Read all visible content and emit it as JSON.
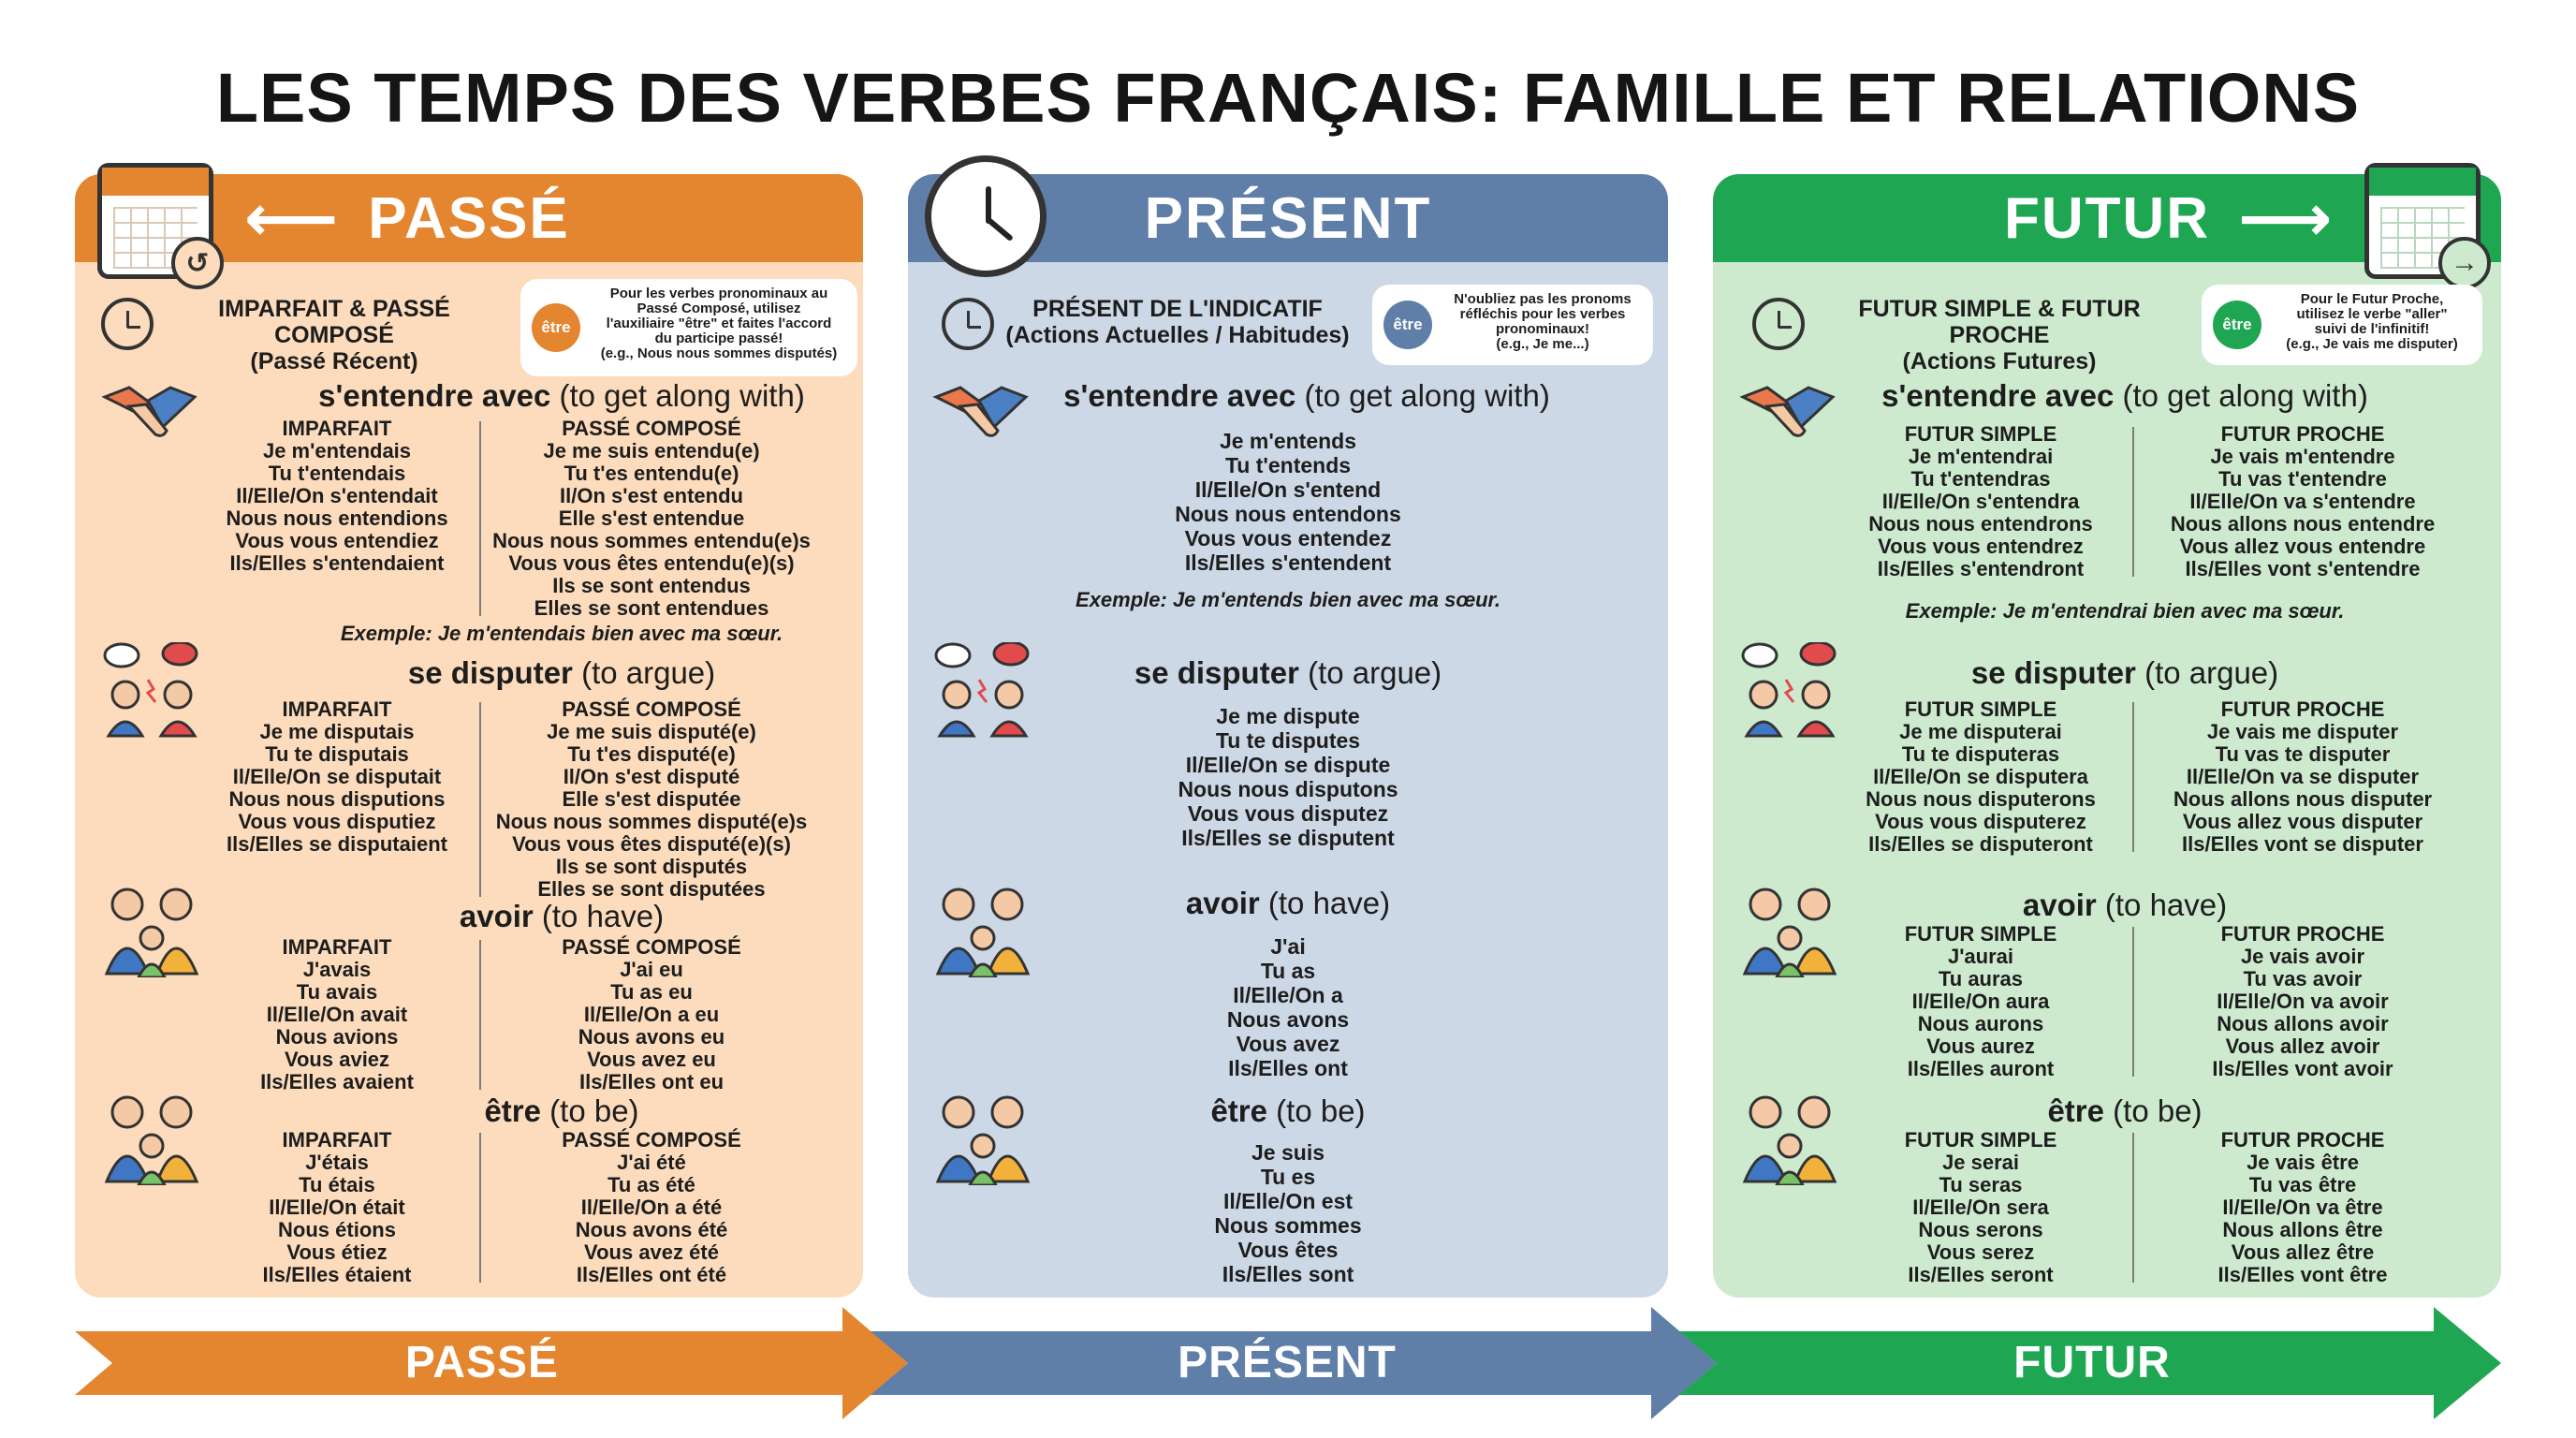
{
  "title": "LES TEMPS DES VERBES FRANÇAIS: FAMILLE ET RELATIONS",
  "colors": {
    "passe": "#e4852f",
    "present": "#5f7ea8",
    "futur": "#1fa652"
  },
  "passe": {
    "header": "PASSÉ",
    "subheader": [
      "IMPARFAIT & PASSÉ COMPOSÉ",
      "(Passé Récent)"
    ],
    "note_badge": "être",
    "note": [
      "Pour les verbes pronominaux au",
      "Passé Composé, utilisez",
      "l'auxiliaire \"être\" et faites l'accord",
      "du participe passé!",
      "(e.g., Nous nous sommes disputés)"
    ],
    "verbs": [
      {
        "name": "s'entendre avec",
        "trans": " (to get along with)",
        "left_head": "IMPARFAIT",
        "left": [
          "Je m'entendais",
          "Tu t'entendais",
          "Il/Elle/On s'entendait",
          "Nous nous entendions",
          "Vous vous entendiez",
          "Ils/Elles s'entendaient"
        ],
        "right_head": "PASSÉ COMPOSÉ",
        "right": [
          "Je me suis entendu(e)",
          "Tu t'es entendu(e)",
          "Il/On s'est entendu",
          "Elle s'est entendue",
          "Nous nous sommes entendu(e)s",
          "Vous vous êtes entendu(e)(s)",
          "Ils se sont entendus",
          "Elles se sont entendues"
        ],
        "exemple": "Exemple: Je m'entendais bien avec ma sœur."
      },
      {
        "name": "se disputer",
        "trans": " (to argue)",
        "left_head": "IMPARFAIT",
        "left": [
          "Je me disputais",
          "Tu te disputais",
          "Il/Elle/On se disputait",
          "Nous nous disputions",
          "Vous vous disputiez",
          "Ils/Elles se disputaient"
        ],
        "right_head": "PASSÉ COMPOSÉ",
        "right": [
          "Je me suis disputé(e)",
          "Tu t'es disputé(e)",
          "Il/On s'est disputé",
          "Elle s'est disputée",
          "Nous nous sommes disputé(e)s",
          "Vous vous êtes disputé(e)(s)",
          "Ils se sont disputés",
          "Elles se sont disputées"
        ]
      },
      {
        "name": "avoir",
        "trans": " (to have)",
        "left_head": "IMPARFAIT",
        "left": [
          "J'avais",
          "Tu avais",
          "Il/Elle/On avait",
          "Nous avions",
          "Vous aviez",
          "Ils/Elles avaient"
        ],
        "right_head": "PASSÉ COMPOSÉ",
        "right": [
          "J'ai eu",
          "Tu as eu",
          "Il/Elle/On a eu",
          "Nous avons eu",
          "Vous avez eu",
          "Ils/Elles ont eu"
        ]
      },
      {
        "name": "être",
        "trans": " (to be)",
        "left_head": "IMPARFAIT",
        "left": [
          "J'étais",
          "Tu étais",
          "Il/Elle/On était",
          "Nous étions",
          "Vous étiez",
          "Ils/Elles étaient"
        ],
        "right_head": "PASSÉ COMPOSÉ",
        "right": [
          "J'ai été",
          "Tu as été",
          "Il/Elle/On a été",
          "Nous avons été",
          "Vous avez été",
          "Ils/Elles ont été"
        ]
      }
    ]
  },
  "present": {
    "header": "PRÉSENT",
    "subheader": [
      "PRÉSENT DE L'INDICATIF",
      "(Actions Actuelles / Habitudes)"
    ],
    "note_badge": "être",
    "note": [
      "N'oubliez pas les pronoms",
      "réfléchis pour les verbes",
      "pronominaux!",
      "(e.g., Je me...)"
    ],
    "verbs": [
      {
        "name": "s'entendre avec",
        "trans": " (to get along with)",
        "forms": [
          "Je m'entends",
          "Tu t'entends",
          "Il/Elle/On s'entend",
          "Nous nous entendons",
          "Vous vous entendez",
          "Ils/Elles s'entendent"
        ],
        "exemple": "Exemple: Je m'entends bien avec ma sœur."
      },
      {
        "name": "se disputer",
        "trans": " (to argue)",
        "forms": [
          "Je me dispute",
          "Tu te disputes",
          "Il/Elle/On se dispute",
          "Nous nous disputons",
          "Vous vous disputez",
          "Ils/Elles se disputent"
        ]
      },
      {
        "name": "avoir",
        "trans": " (to have)",
        "forms": [
          "J'ai",
          "Tu as",
          "Il/Elle/On a",
          "Nous avons",
          "Vous avez",
          "Ils/Elles ont"
        ]
      },
      {
        "name": "être",
        "trans": " (to be)",
        "forms": [
          "Je suis",
          "Tu es",
          "Il/Elle/On est",
          "Nous sommes",
          "Vous êtes",
          "Ils/Elles sont"
        ]
      }
    ]
  },
  "futur": {
    "header": "FUTUR",
    "subheader": [
      "FUTUR SIMPLE & FUTUR PROCHE",
      "(Actions Futures)"
    ],
    "note_badge": "être",
    "note": [
      "Pour le Futur Proche,",
      "utilisez le verbe \"aller\"",
      "suivi de l'infinitif!",
      "(e.g., Je vais me disputer)"
    ],
    "verbs": [
      {
        "name": "s'entendre avec",
        "trans": " (to get along with)",
        "left_head": "FUTUR SIMPLE",
        "left": [
          "Je m'entendrai",
          "Tu t'entendras",
          "Il/Elle/On s'entendra",
          "Nous nous entendrons",
          "Vous vous entendrez",
          "Ils/Elles s'entendront"
        ],
        "right_head": "FUTUR PROCHE",
        "right": [
          "Je vais m'entendre",
          "Tu vas t'entendre",
          "Il/Elle/On va s'entendre",
          "Nous allons nous entendre",
          "Vous allez vous entendre",
          "Ils/Elles vont s'entendre"
        ],
        "exemple": "Exemple: Je m'entendrai bien avec ma sœur."
      },
      {
        "name": "se disputer",
        "trans": " (to argue)",
        "left_head": "FUTUR SIMPLE",
        "left": [
          "Je me disputerai",
          "Tu te disputeras",
          "Il/Elle/On se disputera",
          "Nous nous disputerons",
          "Vous vous disputerez",
          "Ils/Elles se disputeront"
        ],
        "right_head": "FUTUR PROCHE",
        "right": [
          "Je vais me disputer",
          "Tu vas te disputer",
          "Il/Elle/On va se disputer",
          "Nous allons nous disputer",
          "Vous allez vous disputer",
          "Ils/Elles vont se disputer"
        ]
      },
      {
        "name": "avoir",
        "trans": " (to have)",
        "left_head": "FUTUR SIMPLE",
        "left": [
          "J'aurai",
          "Tu auras",
          "Il/Elle/On aura",
          "Nous aurons",
          "Vous aurez",
          "Ils/Elles auront"
        ],
        "right_head": "FUTUR PROCHE",
        "right": [
          "Je vais avoir",
          "Tu vas avoir",
          "Il/Elle/On va avoir",
          "Nous allons avoir",
          "Vous allez avoir",
          "Ils/Elles vont avoir"
        ]
      },
      {
        "name": "être",
        "trans": " (to be)",
        "left_head": "FUTUR SIMPLE",
        "left": [
          "Je serai",
          "Tu seras",
          "Il/Elle/On sera",
          "Nous serons",
          "Vous serez",
          "Ils/Elles seront"
        ],
        "right_head": "FUTUR PROCHE",
        "right": [
          "Je vais être",
          "Tu vas être",
          "Il/Elle/On va être",
          "Nous allons être",
          "Vous allez être",
          "Ils/Elles vont être"
        ]
      }
    ]
  },
  "timeline": [
    "PASSÉ",
    "PRÉSENT",
    "FUTUR"
  ]
}
